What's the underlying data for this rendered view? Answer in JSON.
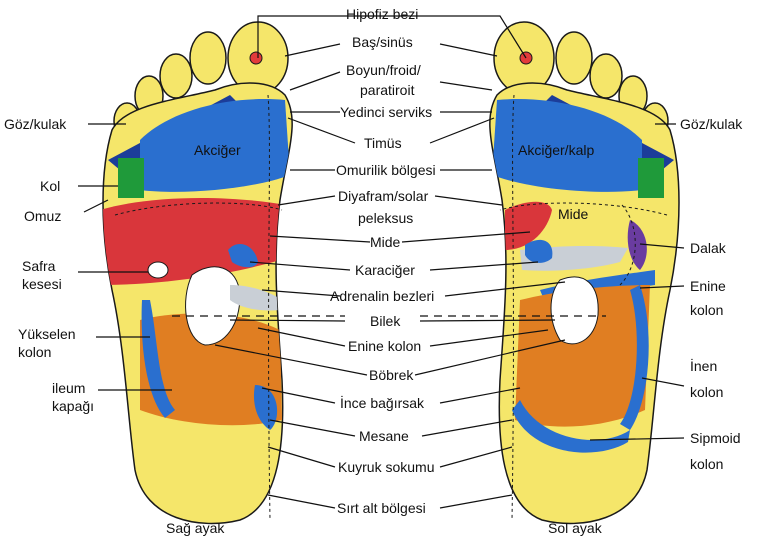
{
  "colors": {
    "foot_outline": "#1a1a1a",
    "sole": "#f5e66a",
    "sole_light": "#fbf2a0",
    "lung": "#2a6fcf",
    "eye_ear_band": "#1c3d9a",
    "arm": "#1f9a3a",
    "liver": "#d9363b",
    "intestine": "#e07e22",
    "kidney_blue": "#2a6fcf",
    "adrenal_gray": "#c9cfd6",
    "spleen": "#6a3ca0",
    "head_dot": "#e23b3b",
    "leader": "#111111"
  },
  "labels": {
    "center": {
      "hipofiz": "Hipofiz bezi",
      "bas": "Baş/sinüs",
      "boyun1": "Boyun/froid/",
      "boyun2": "paratiroit",
      "yedinci": "Yedinci serviks",
      "timus": "Timüs",
      "omurilik": "Omurilik bölgesi",
      "diyafram1": "Diyafram/solar",
      "diyafram2": "peleksus",
      "mide": "Mide",
      "karaciger": "Karaciğer",
      "adrenalin": "Adrenalin bezleri",
      "bilek": "Bilek",
      "enine": "Enine kolon",
      "bobrek": "Böbrek",
      "ince": "İnce bağırsak",
      "mesane": "Mesane",
      "kuyruk": "Kuyruk sokumu",
      "sirt": "Sırt alt bölgesi"
    },
    "left": {
      "goz": "Göz/kulak",
      "kol": "Kol",
      "omuz": "Omuz",
      "safra1": "Safra",
      "safra2": "kesesi",
      "yukselen1": "Yükselen",
      "yukselen2": "kolon",
      "ileum1": "ileum",
      "ileum2": "kapağı",
      "foot_name": "Sağ ayak"
    },
    "right": {
      "goz": "Göz/kulak",
      "dalak": "Dalak",
      "enine1": "Enine",
      "enine2": "kolon",
      "inen1": "İnen",
      "inen2": "kolon",
      "sipmoid1": "Sipmoid",
      "sipmoid2": "kolon",
      "foot_name": "Sol ayak"
    },
    "inner": {
      "akciger_left": "Akciğer",
      "akciger_right": "Akciğer/kalp",
      "mide_right": "Mide"
    }
  }
}
